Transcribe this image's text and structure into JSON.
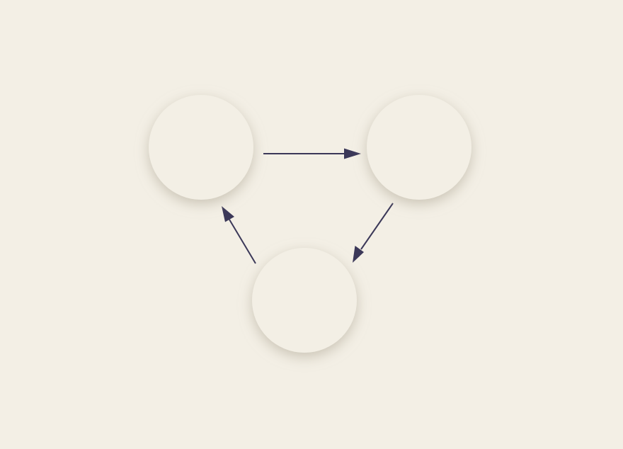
{
  "colors": {
    "background": "#f3efe5",
    "node_fill": "#f3efe5",
    "node_shadow": "#bdb6a6",
    "edge": "#3b3858"
  },
  "diagram": {
    "type": "directed-cycle",
    "nodes": [
      {
        "id": "node-a"
      },
      {
        "id": "node-b"
      },
      {
        "id": "node-c"
      }
    ],
    "edges": [
      {
        "from": "node-a",
        "to": "node-b"
      },
      {
        "from": "node-b",
        "to": "node-c"
      },
      {
        "from": "node-c",
        "to": "node-a"
      }
    ]
  }
}
